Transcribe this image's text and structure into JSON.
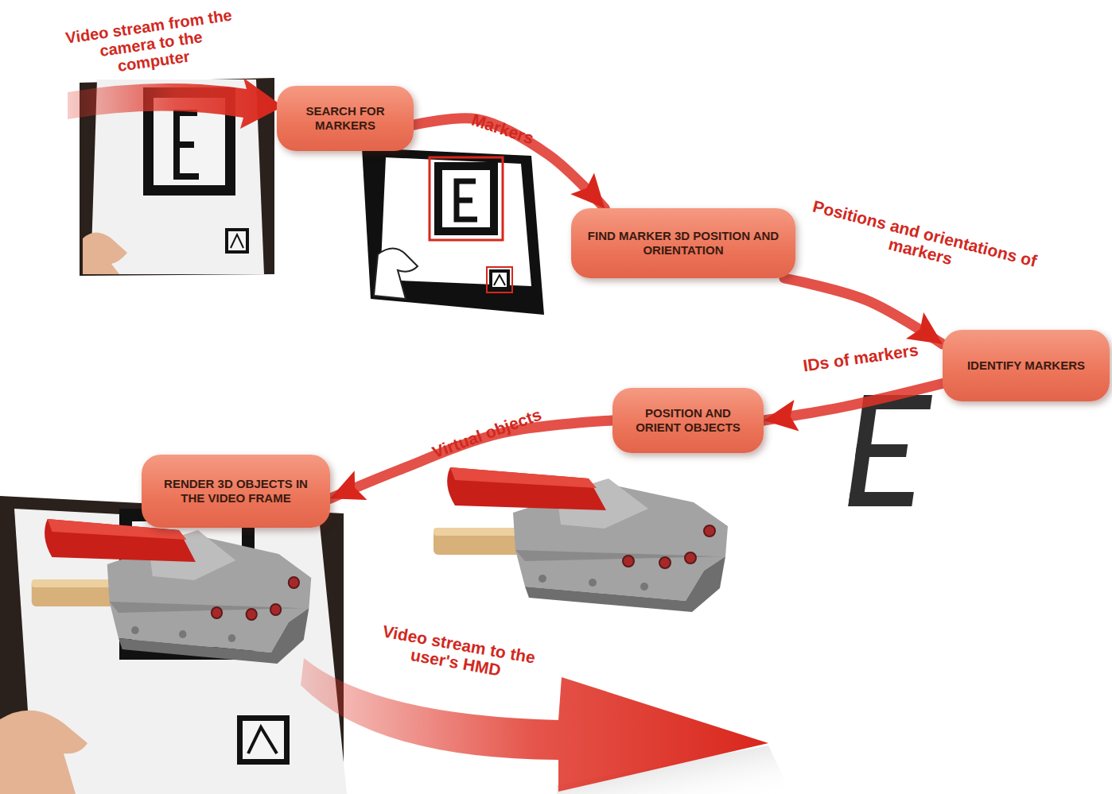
{
  "diagram": {
    "nodes": [
      {
        "text": [
          "SEARCH FOR MARKERS"
        ]
      },
      {
        "text": [
          "FIND MARKER 3D POSITION AND ORIENTATION"
        ]
      },
      {
        "text": [
          "IDENTIFY MARKERS"
        ]
      },
      {
        "text": [
          "POSITION AND ORIENT OBJECTS"
        ]
      },
      {
        "text": [
          "RENDER 3D OBJECTS IN THE VIDEO FRAME"
        ]
      }
    ],
    "edges": [
      {
        "from": 0,
        "to": 1,
        "arrow": "to",
        "label": "Markers"
      },
      {
        "from": 1,
        "to": 2,
        "arrow": "to",
        "label": "Positions and orientations of markers"
      },
      {
        "from": 2,
        "to": 3,
        "arrow": "to",
        "label": "IDs of markers"
      },
      {
        "from": 3,
        "to": 4,
        "arrow": "to",
        "label": "Virtual objects"
      }
    ],
    "labels": [
      "Video stream from the camera to the computer",
      "Video stream to the user's HMD"
    ]
  }
}
